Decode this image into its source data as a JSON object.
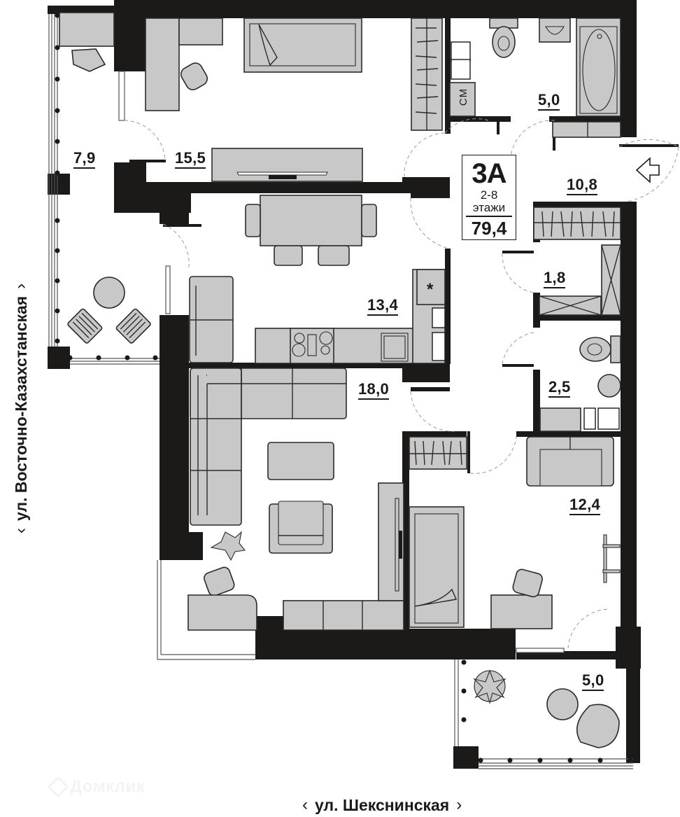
{
  "apartment": {
    "type": "3А",
    "floors_range": "2-8",
    "floors_label": "этажи",
    "total_area": "79,4"
  },
  "rooms": [
    {
      "id": "balcony-west",
      "area": "7,9"
    },
    {
      "id": "bedroom-north",
      "area": "15,5"
    },
    {
      "id": "bathroom",
      "area": "5,0"
    },
    {
      "id": "hallway",
      "area": "10,8"
    },
    {
      "id": "kitchen",
      "area": "13,4"
    },
    {
      "id": "closet",
      "area": "1,8"
    },
    {
      "id": "wc",
      "area": "2,5"
    },
    {
      "id": "living-room",
      "area": "18,0"
    },
    {
      "id": "bedroom-south",
      "area": "12,4"
    },
    {
      "id": "balcony-south",
      "area": "5,0"
    }
  ],
  "fixtures": {
    "washing_machine_label": "СМ",
    "fridge_symbol": "*"
  },
  "streets": {
    "left": {
      "chevron_start": "‹",
      "name": "ул. Восточно-Казахстанская",
      "chevron_end": "›"
    },
    "bottom": {
      "chevron_start": "‹",
      "name": "ул. Шекснинская",
      "chevron_end": "›"
    }
  },
  "entrance": {
    "icon": "arrow-left-outline-icon"
  },
  "watermark": {
    "text": "Домклик"
  },
  "colors": {
    "wall": "#1b1a19",
    "furniture": "#c8c8c8",
    "background": "#ffffff"
  }
}
